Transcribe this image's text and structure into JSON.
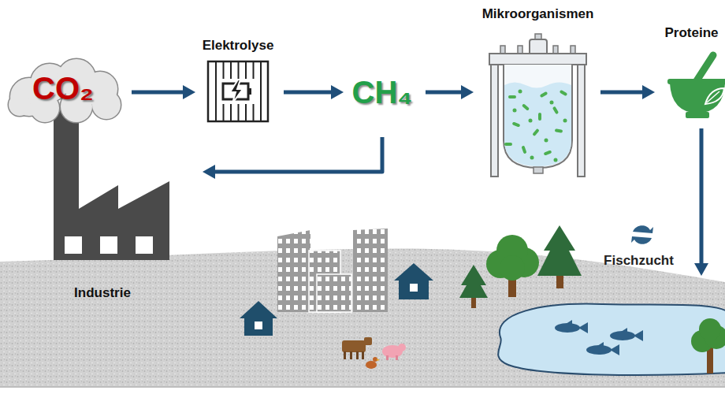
{
  "diagram": {
    "nodes": [
      {
        "text": [
          "CO₂"
        ]
      },
      {
        "text": [
          "Elektrolyse"
        ]
      },
      {
        "text": [
          "CH₄"
        ]
      },
      {
        "text": [
          "Mikroorganismen"
        ]
      },
      {
        "text": [
          "Proteine"
        ]
      },
      {
        "text": [
          "Industrie"
        ]
      },
      {
        "text": [
          "Fischzucht"
        ]
      }
    ],
    "edges": [
      {
        "from": 0,
        "to": 1,
        "arrow": "to"
      },
      {
        "from": 1,
        "to": 2,
        "arrow": "to"
      },
      {
        "from": 2,
        "to": 3,
        "arrow": "to"
      },
      {
        "from": 3,
        "to": 4,
        "arrow": "to"
      },
      {
        "from": 2,
        "to": 5,
        "arrow": "to"
      },
      {
        "from": 4,
        "to": 6,
        "arrow": "to"
      }
    ]
  }
}
